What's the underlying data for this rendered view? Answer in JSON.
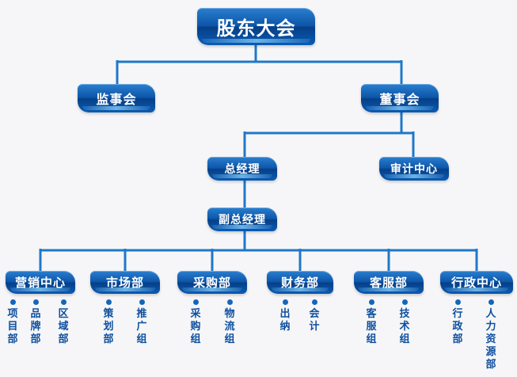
{
  "colors": {
    "line": "#1f78c8",
    "box": "#0d55a8",
    "text": "#0d4f9e"
  },
  "nodes": {
    "top": "股东大会",
    "supervisory": "监事会",
    "board": "董事会",
    "gm": "总经理",
    "audit": "审计中心",
    "deputy": "副总经理"
  },
  "departments": [
    {
      "name": "营销中心",
      "subs": [
        "项目部",
        "品牌部",
        "区域部"
      ]
    },
    {
      "name": "市场部",
      "subs": [
        "策划部",
        "推广组"
      ]
    },
    {
      "name": "采购部",
      "subs": [
        "采购组",
        "物流组"
      ]
    },
    {
      "name": "财务部",
      "subs": [
        "出纳",
        "会计"
      ]
    },
    {
      "name": "客服部",
      "subs": [
        "客服组",
        "技术组"
      ]
    },
    {
      "name": "行政中心",
      "subs": [
        "行政部",
        "人力资源部"
      ]
    }
  ]
}
